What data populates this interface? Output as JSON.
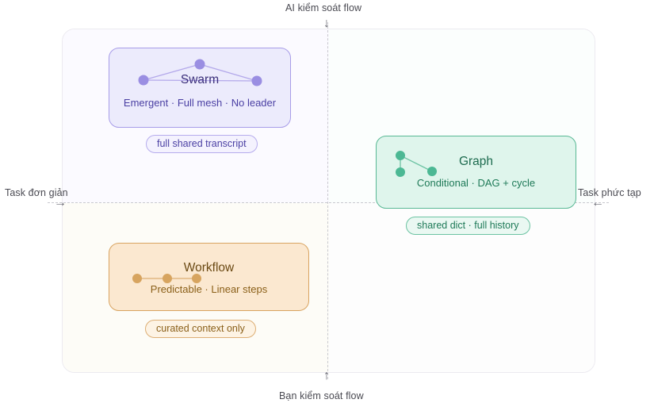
{
  "diagram": {
    "type": "quadrant",
    "axes": {
      "top": {
        "label": "AI kiểm soát flow",
        "arrow": "↓",
        "arrow_name": "arrow-down-icon"
      },
      "bottom": {
        "label": "Bạn kiểm soát flow",
        "arrow": "↑",
        "arrow_name": "arrow-up-icon"
      },
      "left": {
        "label": "Task đơn giản",
        "arrow": "→",
        "arrow_name": "arrow-right-icon"
      },
      "right": {
        "label": "Task phức tạp",
        "arrow": "←",
        "arrow_name": "arrow-left-icon"
      }
    },
    "cards": [
      {
        "id": "swarm",
        "quadrant": "top-left",
        "title": "Swarm",
        "subtitle": "Emergent · Full mesh · No leader",
        "badge": "full shared transcript",
        "graph_shape": "mesh-triangle",
        "node_count": 3,
        "colors": {
          "fill": "#ecebfc",
          "border": "#a79ce8",
          "node": "#9a8ee2",
          "title": "#3b2f7a",
          "text": "#4a3fa3"
        }
      },
      {
        "id": "graph",
        "quadrant": "top-right",
        "title": "Graph",
        "subtitle": "Conditional · DAG + cycle",
        "badge": "shared dict · full history",
        "graph_shape": "dag-cycle",
        "node_count": 3,
        "colors": {
          "fill": "#dff5ec",
          "border": "#58b894",
          "node": "#4cb894",
          "title": "#1d6b4f",
          "text": "#1f7a58"
        }
      },
      {
        "id": "workflow",
        "quadrant": "bottom-left",
        "title": "Workflow",
        "subtitle": "Predictable · Linear steps",
        "badge": "curated context only",
        "graph_shape": "linear-chain",
        "node_count": 3,
        "colors": {
          "fill": "#fbe8d0",
          "border": "#d8a360",
          "node": "#d7a45f",
          "title": "#6b4a14",
          "text": "#8a5f18"
        }
      }
    ]
  }
}
